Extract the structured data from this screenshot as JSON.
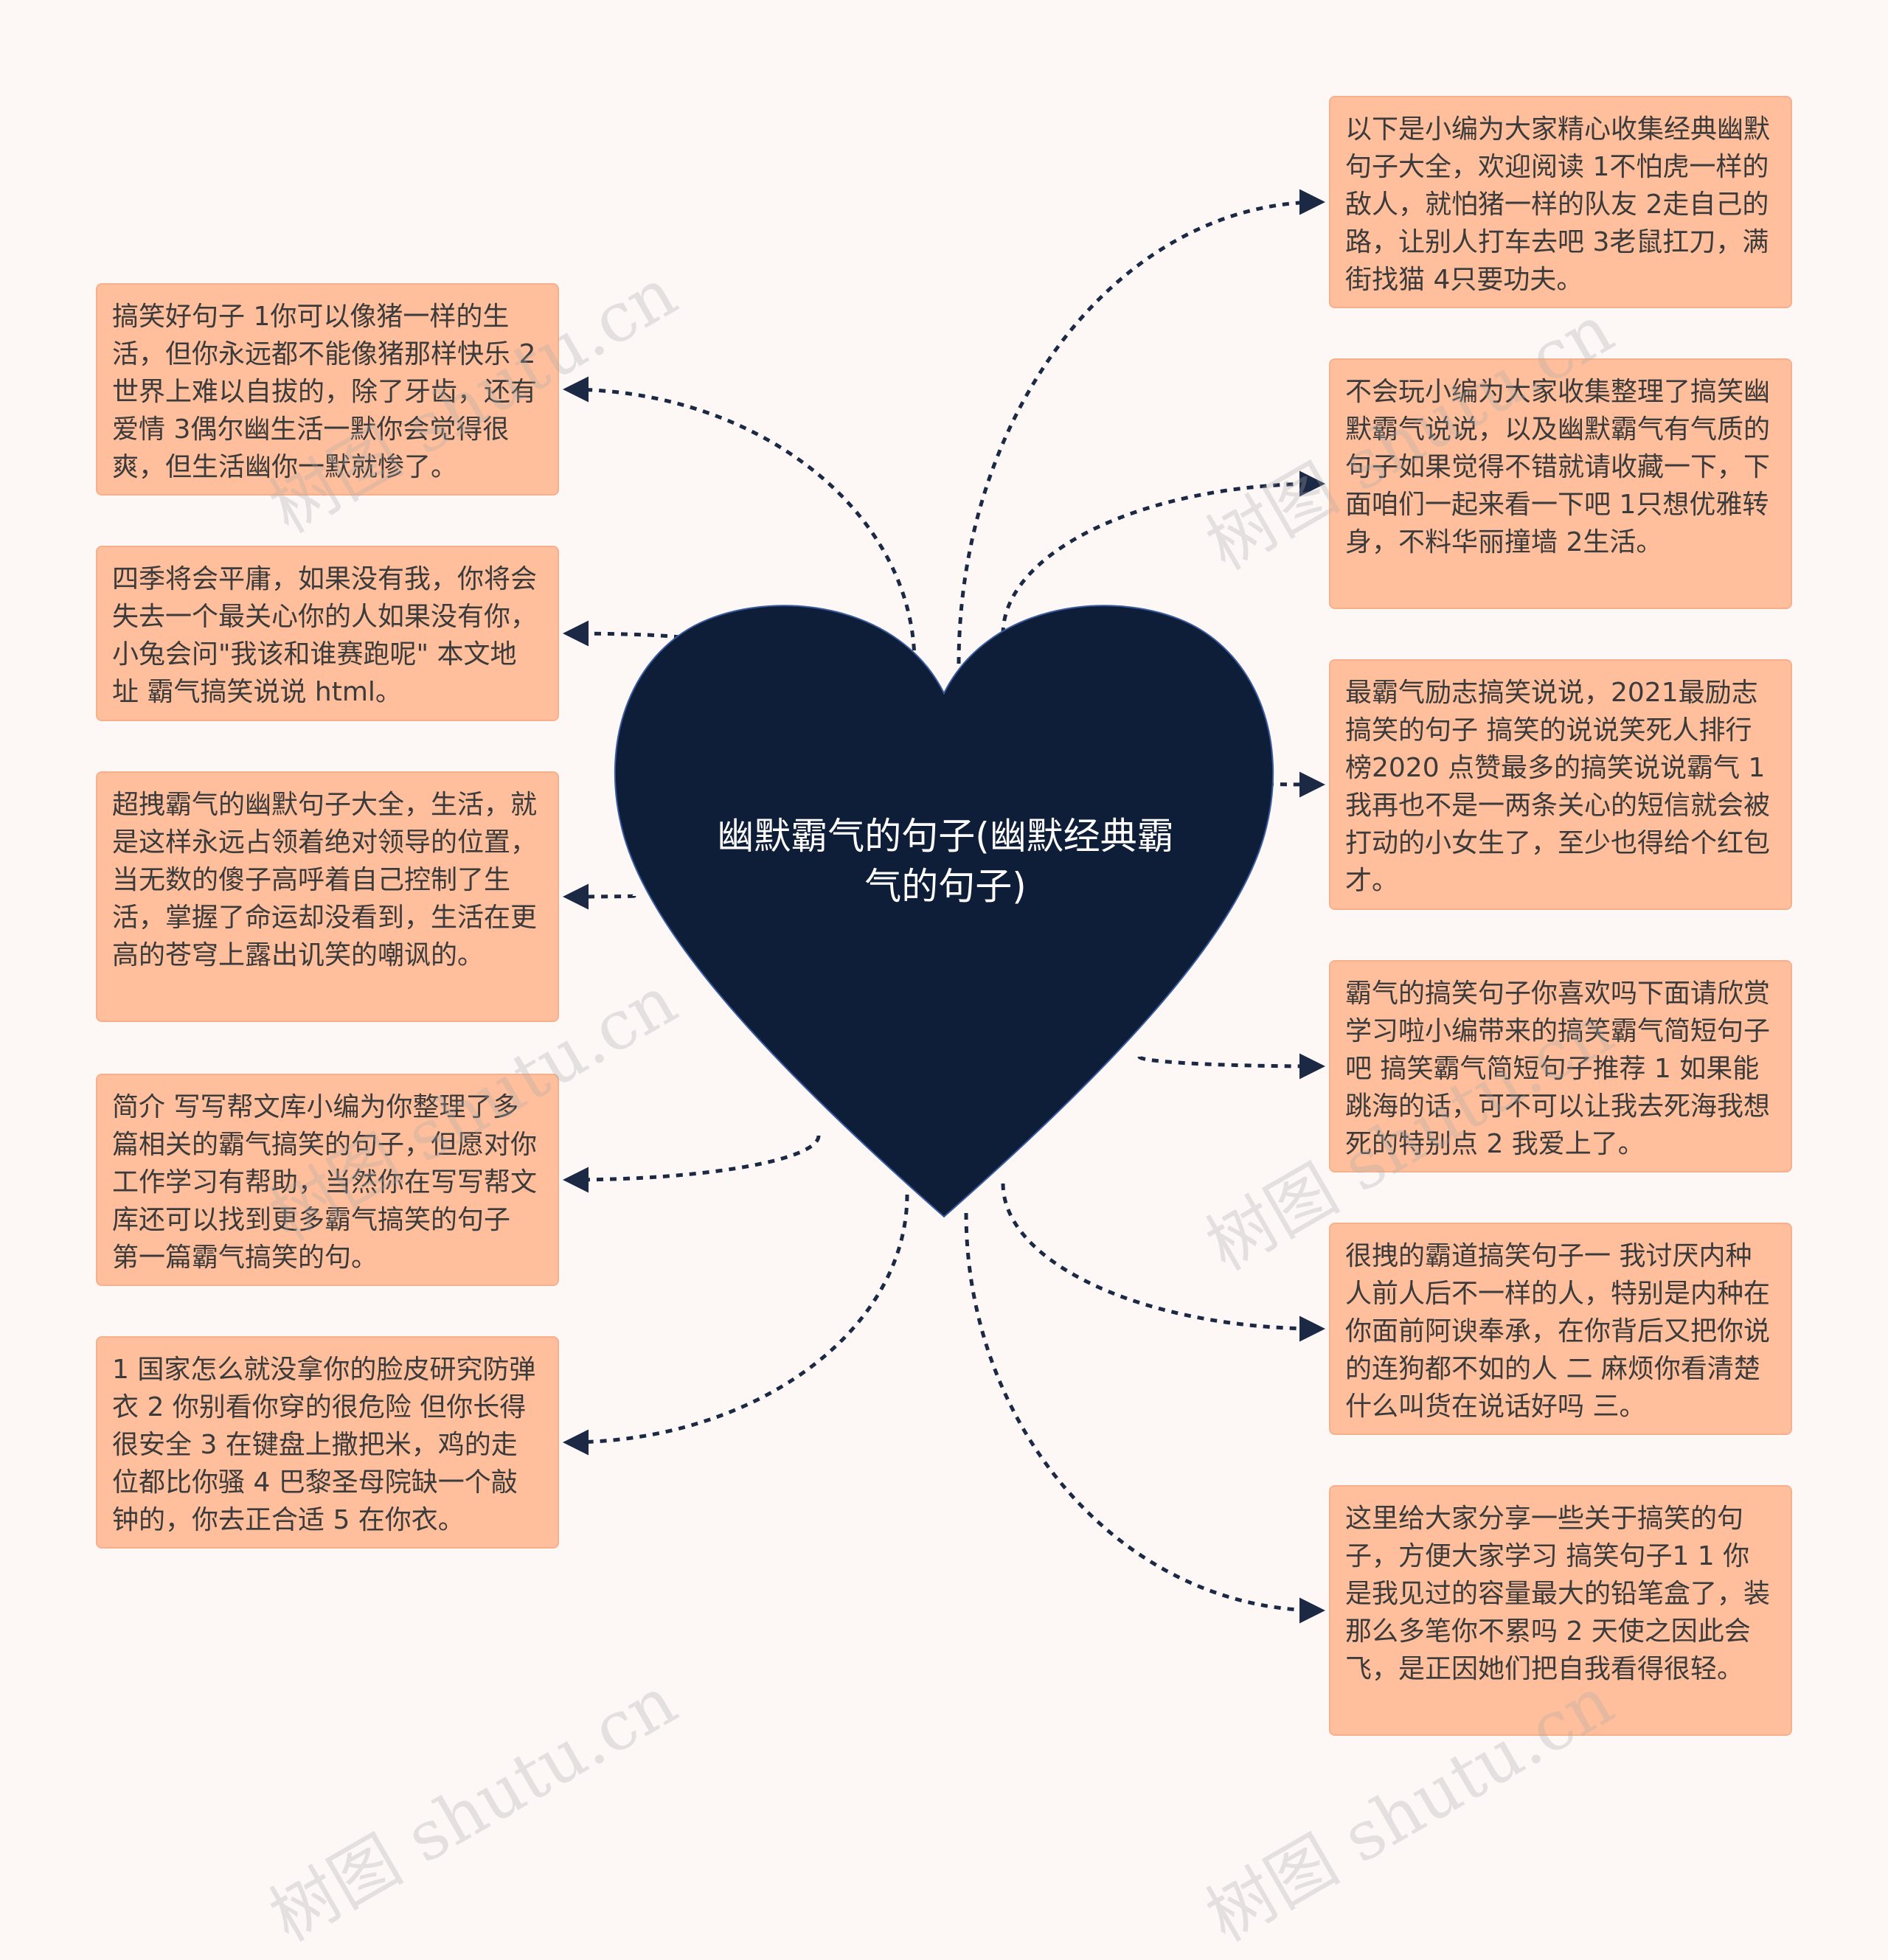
{
  "center": {
    "title": "幽默霸气的句子(幽默经典霸气的句子)"
  },
  "left_nodes": [
    "搞笑好句子 1你可以像猪一样的生活，但你永远都不能像猪那样快乐 2世界上难以自拔的，除了牙齿，还有爱情 3偶尔幽生活一默你会觉得很爽，但生活幽你一默就惨了。",
    "四季将会平庸，如果没有我，你将会失去一个最关心你的人如果没有你，小兔会问\"我该和谁赛跑呢\" 本文地址 霸气搞笑说说 html。",
    "超拽霸气的幽默句子大全，生活，就是这样永远占领着绝对领导的位置，当无数的傻子高呼着自己控制了生活，掌握了命运却没看到，生活在更高的苍穹上露出讥笑的嘲讽的。",
    "简介 写写帮文库小编为你整理了多篇相关的霸气搞笑的句子，但愿对你工作学习有帮助，当然你在写写帮文库还可以找到更多霸气搞笑的句子 第一篇霸气搞笑的句。",
    "1 国家怎么就没拿你的脸皮研究防弹衣 2 你别看你穿的很危险 但你长得很安全 3 在键盘上撒把米，鸡的走位都比你骚 4 巴黎圣母院缺一个敲钟的，你去正合适 5 在你衣。"
  ],
  "right_nodes": [
    "以下是小编为大家精心收集经典幽默句子大全，欢迎阅读 1不怕虎一样的敌人，就怕猪一样的队友 2走自己的路，让别人打车去吧 3老鼠扛刀，满街找猫 4只要功夫。",
    "不会玩小编为大家收集整理了搞笑幽默霸气说说，以及幽默霸气有气质的句子如果觉得不错就请收藏一下，下面咱们一起来看一下吧 1只想优雅转身，不料华丽撞墙 2生活。",
    "最霸气励志搞笑说说，2021最励志搞笑的句子 搞笑的说说笑死人排行榜2020 点赞最多的搞笑说说霸气 1我再也不是一两条关心的短信就会被打动的小女生了，至少也得给个红包才。",
    "霸气的搞笑句子你喜欢吗下面请欣赏学习啦小编带来的搞笑霸气简短句子吧 搞笑霸气简短句子推荐 1 如果能跳海的话，可不可以让我去死海我想死的特别点 2 我爱上了。",
    "很拽的霸道搞笑句子一 我讨厌内种人前人后不一样的人，特别是内种在你面前阿谀奉承，在你背后又把你说的连狗都不如的人 二 麻烦你看清楚什么叫货在说话好吗 三。",
    "这里给大家分享一些关于搞笑的句子，方便大家学习 搞笑句子1 1 你是我见过的容量最大的铅笔盒了，装那么多笔你不累吗 2 天使之因此会飞，是正因她们把自我看得很轻。"
  ],
  "watermark": "树图 shutu.cn",
  "colors": {
    "background": "#fdf8f6",
    "node_fill": "#ffbf9c",
    "center_fill": "#0e1d38",
    "edge": "#1c2945",
    "text": "#3b3b3b"
  }
}
